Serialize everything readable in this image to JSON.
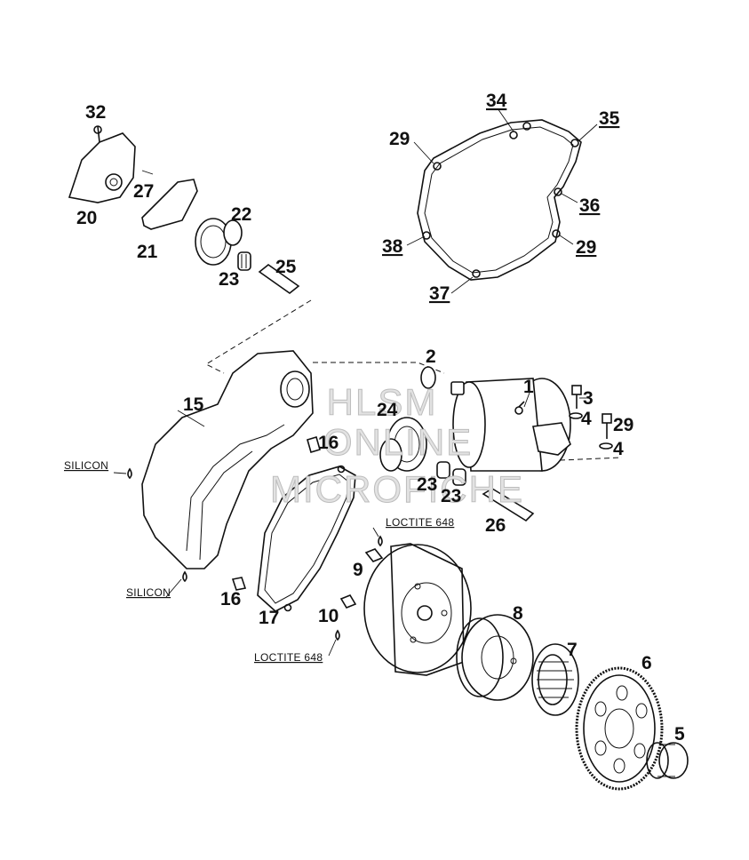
{
  "watermark": [
    "HLSM",
    "ONLINE",
    "MICROFICHE"
  ],
  "labels": {
    "p1": "1",
    "p2": "2",
    "p3": "3",
    "p4a": "4",
    "p4b": "4",
    "p5": "5",
    "p6": "6",
    "p7": "7",
    "p8": "8",
    "p9": "9",
    "p10": "10",
    "p15": "15",
    "p16a": "16",
    "p16b": "16",
    "p17": "17",
    "p20": "20",
    "p21": "21",
    "p22": "22",
    "p23a": "23",
    "p23b": "23",
    "p23c": "23",
    "p24": "24",
    "p25": "25",
    "p26": "26",
    "p27": "27",
    "p29a": "29",
    "p29b": "29",
    "p29c": "29",
    "p32": "32",
    "p34": "34",
    "p35": "35",
    "p36": "36",
    "p37": "37",
    "p38": "38"
  },
  "notes": {
    "silicon_top": "SILICON",
    "silicon_bottom": "SILICON",
    "loctite_top": "LOCTITE 648",
    "loctite_bottom": "LOCTITE 648"
  }
}
